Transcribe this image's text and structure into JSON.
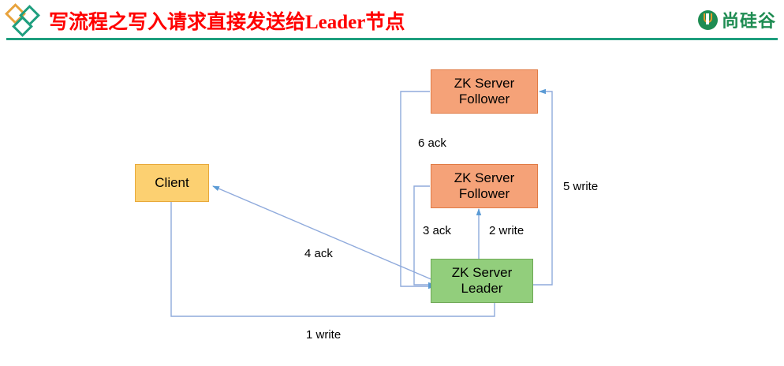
{
  "header": {
    "title": "写流程之写入请求直接发送给Leader节点",
    "title_color": "#FF0000",
    "rule_color": "#1E9E7E",
    "left_logo": {
      "name": "diamond-logo",
      "diamond_colors": [
        "#E8A33D",
        "#1E9E7E",
        "#1E9E7E"
      ]
    },
    "right_logo": {
      "name": "atguigu-logo",
      "text": "尚硅谷",
      "mark_color": "#1E8C52",
      "accent_color": "#E8972A"
    }
  },
  "diagram": {
    "type": "flow",
    "node_colors": {
      "follower": "#F5A278",
      "leader": "#92CE7C",
      "client": "#FCD071",
      "edge": "#8FAADC"
    },
    "nodes": [
      {
        "id": "follower_top",
        "line1": "ZK Server",
        "line2": "Follower",
        "kind": "follower"
      },
      {
        "id": "follower_middle",
        "line1": "ZK Server",
        "line2": "Follower",
        "kind": "follower"
      },
      {
        "id": "leader",
        "line1": "ZK Server",
        "line2": "Leader",
        "kind": "leader"
      },
      {
        "id": "client",
        "line1": "Client",
        "line2": "",
        "kind": "client"
      }
    ],
    "edges": [
      {
        "id": "e1",
        "label": "1 write",
        "from": "client",
        "to": "leader"
      },
      {
        "id": "e2",
        "label": "2 write",
        "from": "leader",
        "to": "follower_middle"
      },
      {
        "id": "e3",
        "label": "3 ack",
        "from": "follower_middle",
        "to": "leader"
      },
      {
        "id": "e4",
        "label": "4 ack",
        "from": "leader",
        "to": "client"
      },
      {
        "id": "e5",
        "label": "5 write",
        "from": "leader",
        "to": "follower_top"
      },
      {
        "id": "e6",
        "label": "6 ack",
        "from": "follower_top",
        "to": "leader"
      }
    ]
  }
}
